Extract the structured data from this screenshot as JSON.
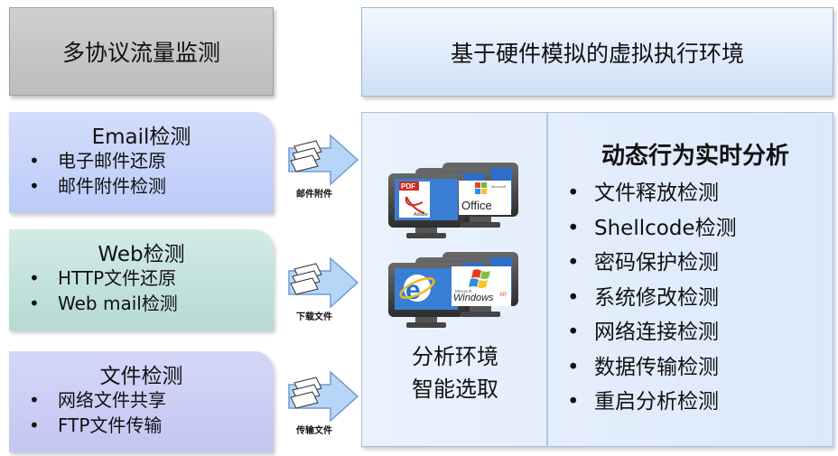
{
  "header": {
    "left_title": "多协议流量监测",
    "right_title": "基于硬件模拟的虚拟执行环境"
  },
  "cards": [
    {
      "title": "Email检测",
      "items": [
        "电子邮件还原",
        "邮件附件检测"
      ]
    },
    {
      "title": "Web检测",
      "items": [
        "HTTP文件还原",
        "Web mail检测"
      ]
    },
    {
      "title": "文件检测",
      "items": [
        "网络文件共享",
        "FTP文件传输"
      ]
    }
  ],
  "arrows": [
    "邮件附件",
    "下载文件",
    "传输文件"
  ],
  "environment": {
    "logos_top": [
      "PDF",
      "Adobe",
      "Office",
      "Microsoft"
    ],
    "logos_bottom": [
      "Microsoft",
      "Windows",
      "XP"
    ],
    "label_line1": "分析环境",
    "label_line2": "智能选取"
  },
  "dynamic": {
    "title": "动态行为实时分析",
    "items": [
      "文件释放检测",
      "Shellcode检测",
      "密码保护检测",
      "系统修改检测",
      "网络连接检测",
      "数据传输检测",
      "重启分析检测"
    ]
  },
  "bullet": "•",
  "colors": {
    "email_card": "#c6d2f9",
    "web_card": "#c3e2dc",
    "file_card": "#ccceF6",
    "arrow": "#b7d6f7",
    "panel": "#e2edfc"
  }
}
